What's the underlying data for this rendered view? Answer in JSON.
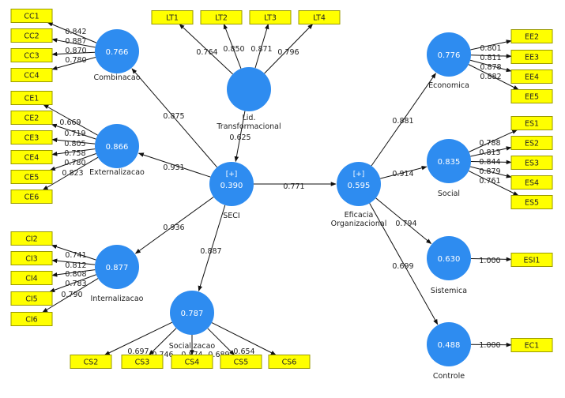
{
  "colors": {
    "latent": "#2e8cf0",
    "indicator": "#ffff00",
    "indicator_border": "#9a9a00",
    "line": "#111111"
  },
  "latents": {
    "combinacao": {
      "name": "Combinacao",
      "value": "0.766"
    },
    "externalizacao": {
      "name": "Externalizacao",
      "value": "0.866"
    },
    "internalizacao": {
      "name": "Internalizacao",
      "value": "0.877"
    },
    "socializacao": {
      "name": "Socializacao",
      "value": "0.787"
    },
    "lid": {
      "name_line1": "Lid.",
      "name_line2": "Transformacional",
      "value": ""
    },
    "seci": {
      "name": "SECI",
      "value": "0.390",
      "plus": "[+]"
    },
    "eficacia": {
      "name_line1": "Eficacia",
      "name_line2": "Organizacional",
      "value": "0.595",
      "plus": "[+]"
    },
    "economica": {
      "name": "Economica",
      "value": "0.776"
    },
    "social": {
      "name": "Social",
      "value": "0.835"
    },
    "sistemica": {
      "name": "Sistemica",
      "value": "0.630"
    },
    "controle": {
      "name": "Controle",
      "value": "0.488"
    }
  },
  "indicators": {
    "CC1": "CC1",
    "CC2": "CC2",
    "CC3": "CC3",
    "CC4": "CC4",
    "CE1": "CE1",
    "CE2": "CE2",
    "CE3": "CE3",
    "CE4": "CE4",
    "CE5": "CE5",
    "CE6": "CE6",
    "CI2": "CI2",
    "CI3": "CI3",
    "CI4": "CI4",
    "CI5": "CI5",
    "CI6": "CI6",
    "LT1": "LT1",
    "LT2": "LT2",
    "LT3": "LT3",
    "LT4": "LT4",
    "CS2": "CS2",
    "CS3": "CS3",
    "CS4": "CS4",
    "CS5": "CS5",
    "CS6": "CS6",
    "EE2": "EE2",
    "EE3": "EE3",
    "EE4": "EE4",
    "EE5": "EE5",
    "ES1": "ES1",
    "ES2": "ES2",
    "ES3": "ES3",
    "ES4": "ES4",
    "ES5": "ES5",
    "ESI1": "ESI1",
    "EC1": "EC1"
  },
  "loadings": {
    "CC1": "0.842",
    "CC2": "0.887",
    "CC3": "0.870",
    "CC4": "0.780",
    "CE1": "0.669",
    "CE2": "0.719",
    "CE3": "0.805",
    "CE4": "0.758",
    "CE5": "0.780",
    "CE6": "0.823",
    "CI2": "0.741",
    "CI3": "0.812",
    "CI4": "0.808",
    "CI5": "0.783",
    "CI6": "0.790",
    "LT1": "0.764",
    "LT2": "0.850",
    "LT3": "0.871",
    "LT4": "0.796",
    "CS2": "0.697",
    "CS3": "0.746",
    "CS4": "0.874",
    "CS5": "0.689",
    "CS6": "0.654",
    "EE2": "0.801",
    "EE3": "0.811",
    "EE4": "0.878",
    "EE5": "0.882",
    "ES1": "0.788",
    "ES2": "0.813",
    "ES3": "0.844",
    "ES4": "0.879",
    "ES5": "0.761",
    "ESI1": "1.000",
    "EC1": "1.000"
  },
  "paths": {
    "seci_combinacao": "0.875",
    "seci_externalizacao": "0.931",
    "seci_internalizacao": "0.936",
    "seci_socializacao": "0.887",
    "lid_seci": "0.625",
    "seci_eficacia": "0.771",
    "eficacia_economica": "0.881",
    "eficacia_social": "0.914",
    "eficacia_sistemica": "0.794",
    "eficacia_controle": "0.699"
  }
}
